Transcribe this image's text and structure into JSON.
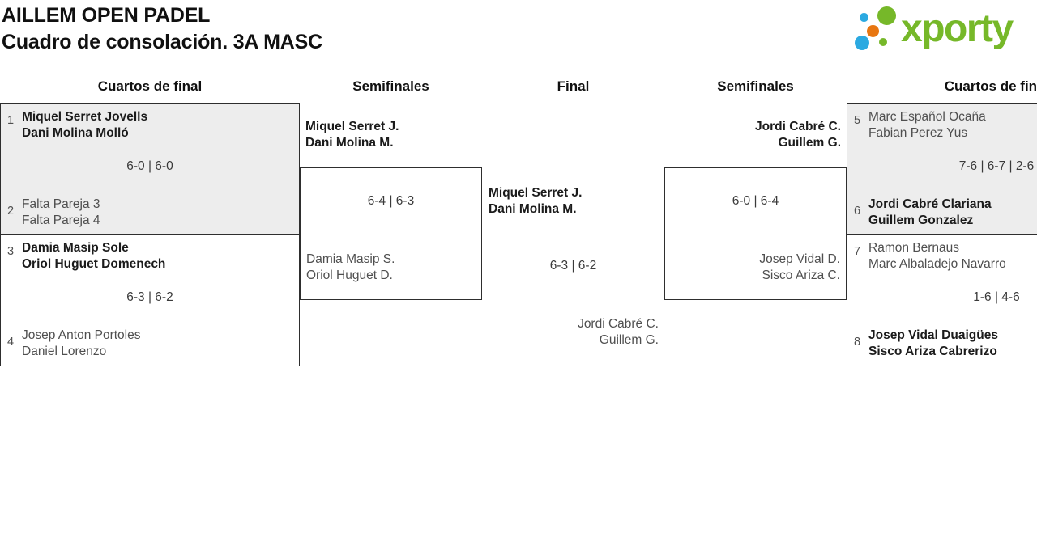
{
  "header": {
    "title": "AILLEM OPEN PADEL",
    "subtitle": "Cuadro de consolación. 3A MASC",
    "logo_text": "xporty"
  },
  "round_headers": [
    "Cuartos de final",
    "Semifinales",
    "Final",
    "Semifinales",
    "Cuartos de final"
  ],
  "bracket": {
    "qf_left_top": {
      "seed_top": "1",
      "team_top_line1": "Miquel Serret Jovells",
      "team_top_line2": "Dani Molina Molló",
      "score": "6-0 | 6-0",
      "seed_bottom": "2",
      "team_bottom_line1": "Falta Pareja 3",
      "team_bottom_line2": "Falta Pareja 4"
    },
    "qf_left_bottom": {
      "seed_top": "3",
      "team_top_line1": "Damia Masip Sole",
      "team_top_line2": "Oriol Huguet Domenech",
      "score": "6-3 | 6-2",
      "seed_bottom": "4",
      "team_bottom_line1": "Josep Anton Portoles",
      "team_bottom_line2": "Daniel Lorenzo"
    },
    "sf_left": {
      "winner_line1": "Miquel Serret J.",
      "winner_line2": "Dani Molina M.",
      "score": "6-4 | 6-3",
      "loser_line1": "Damia Masip S.",
      "loser_line2": "Oriol Huguet D."
    },
    "final": {
      "winner_line1": "Miquel Serret J.",
      "winner_line2": "Dani Molina M.",
      "score": "6-3 | 6-2",
      "loser_line1": "Jordi Cabré C.",
      "loser_line2": "Guillem G."
    },
    "sf_right": {
      "winner_line1": "Jordi Cabré C.",
      "winner_line2": "Guillem G.",
      "score": "6-0 | 6-4",
      "loser_line1": "Josep Vidal D.",
      "loser_line2": "Sisco Ariza C."
    },
    "qf_right_top": {
      "seed_top": "5",
      "team_top_line1": "Marc Español Ocaña",
      "team_top_line2": "Fabian Perez Yus",
      "score": "7-6 | 6-7 | 2-6",
      "seed_bottom": "6",
      "team_bottom_line1": "Jordi Cabré Clariana",
      "team_bottom_line2": "Guillem Gonzalez"
    },
    "qf_right_bottom": {
      "seed_top": "7",
      "team_top_line1": "Ramon Bernaus",
      "team_top_line2": "Marc Albaladejo Navarro",
      "score": "1-6 | 4-6",
      "seed_bottom": "8",
      "team_bottom_line1": "Josep Vidal Duaigües",
      "team_bottom_line2": "Sisco Ariza Cabrerizo"
    }
  },
  "colors": {
    "brand_green": "#76b829",
    "brand_blue": "#2ba9e1",
    "brand_orange": "#e87611",
    "highlight_box_fill": "#ededed",
    "winner_text": "#1b1b1b",
    "loser_text": "#4f4f4f"
  }
}
